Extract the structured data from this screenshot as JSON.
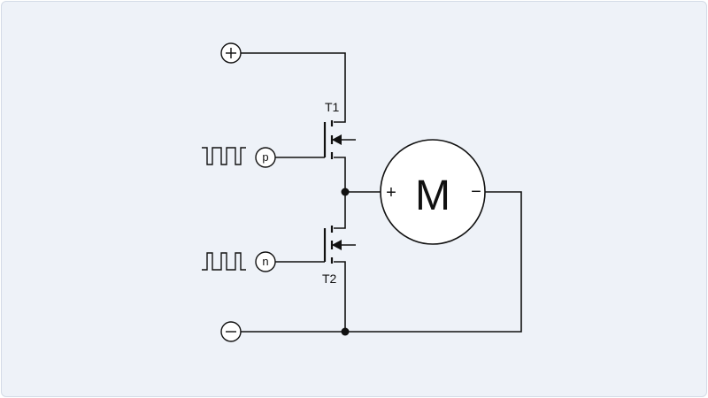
{
  "supply": {
    "positive_symbol": "+",
    "negative_symbol": "−"
  },
  "transistors": [
    {
      "label": "T1",
      "input_label": "p"
    },
    {
      "label": "T2",
      "input_label": "n"
    }
  ],
  "motor": {
    "label": "M",
    "plus": "+",
    "minus": "−"
  },
  "colors": {
    "background": "#eef2f8",
    "line": "#111111"
  }
}
